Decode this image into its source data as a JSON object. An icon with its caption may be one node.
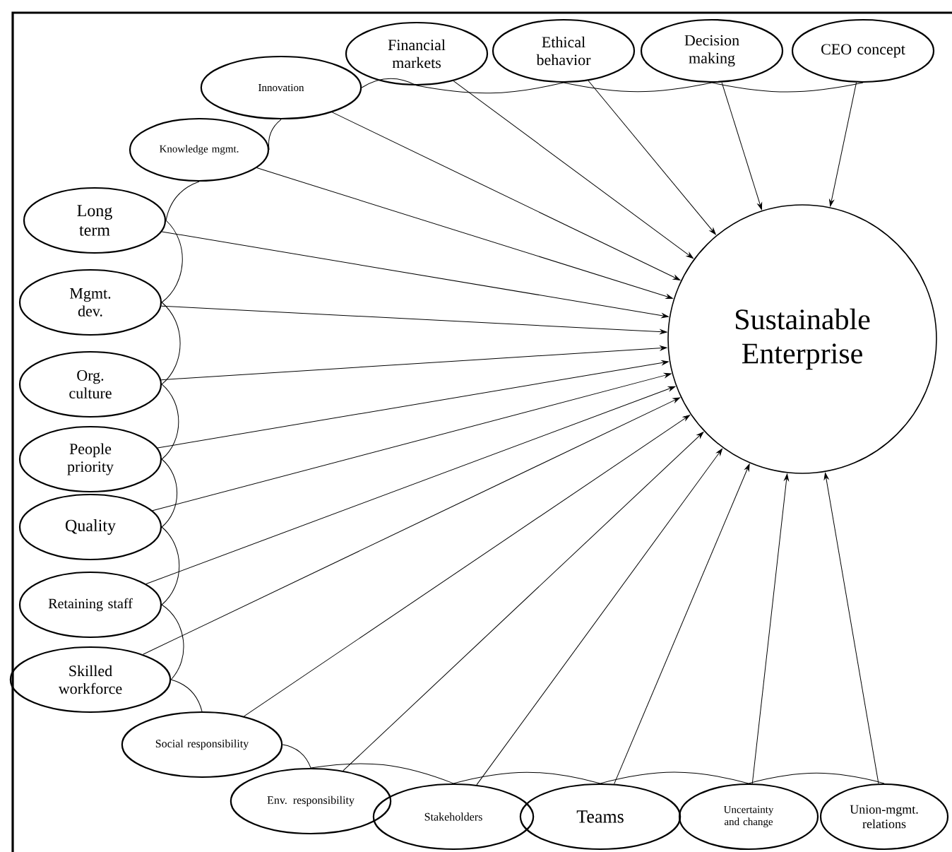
{
  "diagram": {
    "nodes": [
      {
        "text": [
          "Sustainable Enterprise"
        ]
      },
      {
        "text": [
          "Financial markets"
        ]
      },
      {
        "text": [
          "Ethical behavior"
        ]
      },
      {
        "text": [
          "Decision making"
        ]
      },
      {
        "text": [
          "CEO concept"
        ]
      },
      {
        "text": [
          "Innovation"
        ]
      },
      {
        "text": [
          "Knowledge mgmt."
        ]
      },
      {
        "text": [
          "Long term"
        ]
      },
      {
        "text": [
          "Mgmt. dev."
        ]
      },
      {
        "text": [
          "Org. culture"
        ]
      },
      {
        "text": [
          "People priority"
        ]
      },
      {
        "text": [
          "Quality"
        ]
      },
      {
        "text": [
          "Retaining staff"
        ]
      },
      {
        "text": [
          "Skilled workforce"
        ]
      },
      {
        "text": [
          "Social responsibility"
        ]
      },
      {
        "text": [
          "Env. responsibility"
        ]
      },
      {
        "text": [
          "Stakeholders"
        ]
      },
      {
        "text": [
          "Teams"
        ]
      },
      {
        "text": [
          "Uncertainty and change"
        ]
      },
      {
        "text": [
          "Union-mgmt. relations"
        ]
      }
    ],
    "edges": [
      {
        "from": 1,
        "to": 0,
        "arrow": "to"
      },
      {
        "from": 2,
        "to": 0,
        "arrow": "to"
      },
      {
        "from": 3,
        "to": 0,
        "arrow": "to"
      },
      {
        "from": 4,
        "to": 0,
        "arrow": "to"
      },
      {
        "from": 5,
        "to": 0,
        "arrow": "to"
      },
      {
        "from": 6,
        "to": 0,
        "arrow": "to"
      },
      {
        "from": 7,
        "to": 0,
        "arrow": "to"
      },
      {
        "from": 8,
        "to": 0,
        "arrow": "to"
      },
      {
        "from": 9,
        "to": 0,
        "arrow": "to"
      },
      {
        "from": 10,
        "to": 0,
        "arrow": "to"
      },
      {
        "from": 11,
        "to": 0,
        "arrow": "to"
      },
      {
        "from": 12,
        "to": 0,
        "arrow": "to"
      },
      {
        "from": 13,
        "to": 0,
        "arrow": "to"
      },
      {
        "from": 14,
        "to": 0,
        "arrow": "to"
      },
      {
        "from": 15,
        "to": 0,
        "arrow": "to"
      },
      {
        "from": 16,
        "to": 0,
        "arrow": "to"
      },
      {
        "from": 17,
        "to": 0,
        "arrow": "to"
      },
      {
        "from": 18,
        "to": 0,
        "arrow": "to"
      },
      {
        "from": 19,
        "to": 0,
        "arrow": "to"
      },
      {
        "from": 1,
        "to": 2,
        "arrow": "none"
      },
      {
        "from": 2,
        "to": 3,
        "arrow": "none"
      },
      {
        "from": 3,
        "to": 4,
        "arrow": "none"
      },
      {
        "from": 5,
        "to": 1,
        "arrow": "none"
      },
      {
        "from": 6,
        "to": 5,
        "arrow": "none"
      },
      {
        "from": 7,
        "to": 6,
        "arrow": "none"
      },
      {
        "from": 7,
        "to": 8,
        "arrow": "none"
      },
      {
        "from": 8,
        "to": 9,
        "arrow": "none"
      },
      {
        "from": 9,
        "to": 10,
        "arrow": "none"
      },
      {
        "from": 10,
        "to": 11,
        "arrow": "none"
      },
      {
        "from": 11,
        "to": 12,
        "arrow": "none"
      },
      {
        "from": 12,
        "to": 13,
        "arrow": "none"
      },
      {
        "from": 13,
        "to": 14,
        "arrow": "none"
      },
      {
        "from": 14,
        "to": 15,
        "arrow": "none"
      },
      {
        "from": 15,
        "to": 16,
        "arrow": "none"
      },
      {
        "from": 16,
        "to": 17,
        "arrow": "none"
      },
      {
        "from": 17,
        "to": 18,
        "arrow": "none"
      },
      {
        "from": 18,
        "to": 19,
        "arrow": "none"
      }
    ]
  }
}
